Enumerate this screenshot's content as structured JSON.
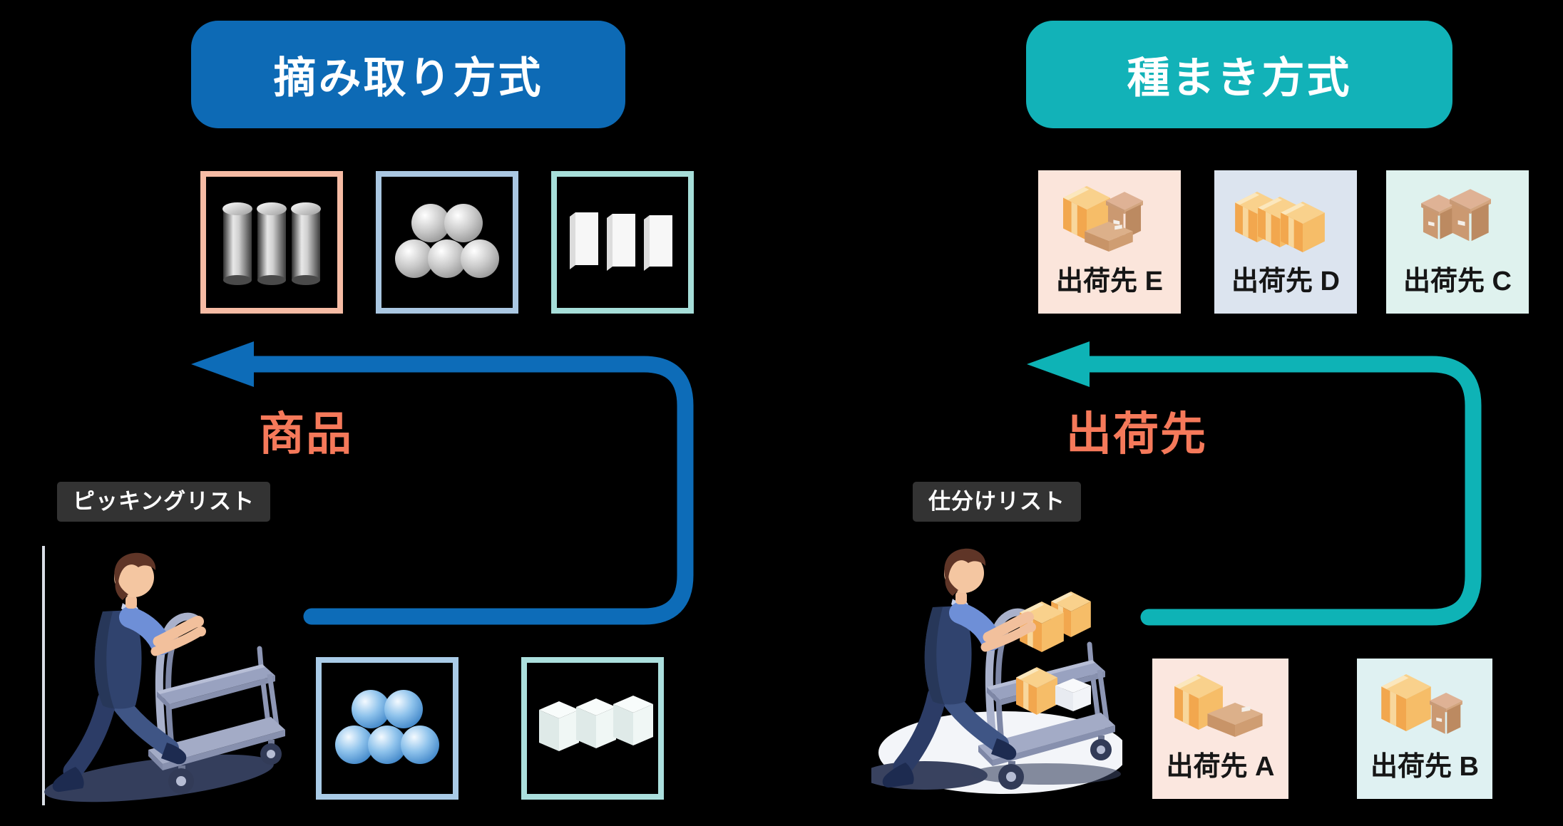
{
  "diagram": {
    "left": {
      "title": "摘み取り方式",
      "flow_label": "商品",
      "list_tag": "ピッキングリスト",
      "theme_color": "#0d6ab5",
      "arrow_color": "#0d6cb8",
      "flow_direction": "products are picked and brought to the list holder",
      "product_boxes_top": [
        {
          "icon": "gray-cylinders-icon",
          "border_color": "#f6bba4"
        },
        {
          "icon": "gray-spheres-icon",
          "border_color": "#aac7e2"
        },
        {
          "icon": "white-cartons-icon",
          "border_color": "#a6ded9"
        }
      ],
      "product_boxes_bottom": [
        {
          "icon": "blue-spheres-icon",
          "border_color": "#a9cbe7"
        },
        {
          "icon": "pale-cubes-icon",
          "border_color": "#abdfdd"
        }
      ],
      "worker": "worker pushing empty two-tier cart"
    },
    "right": {
      "title": "種まき方式",
      "flow_label": "出荷先",
      "list_tag": "仕分けリスト",
      "theme_color": "#12b2b8",
      "arrow_color": "#0eb3b6",
      "flow_direction": "goods are sown out to each shipping destination",
      "destination_boxes_top": [
        {
          "label": "出荷先 E",
          "bg_color": "#fbe5db",
          "icon": "cardboard-boxes-icon"
        },
        {
          "label": "出荷先 D",
          "bg_color": "#dce4ef",
          "icon": "cardboard-boxes-icon"
        },
        {
          "label": "出荷先 C",
          "bg_color": "#dff2ee",
          "icon": "cardboard-boxes-icon"
        }
      ],
      "destination_boxes_bottom": [
        {
          "label": "出荷先 A",
          "bg_color": "#fbe7df",
          "icon": "cardboard-boxes-icon"
        },
        {
          "label": "出荷先 B",
          "bg_color": "#dff1f2",
          "icon": "cardboard-boxes-icon"
        }
      ],
      "worker": "worker pushing two-tier cart loaded with boxes"
    },
    "shared": {
      "background": "#000000",
      "flow_label_color": "#f5795a",
      "list_tag_bg": "#333333",
      "list_tag_text_color": "#ffffff"
    }
  }
}
